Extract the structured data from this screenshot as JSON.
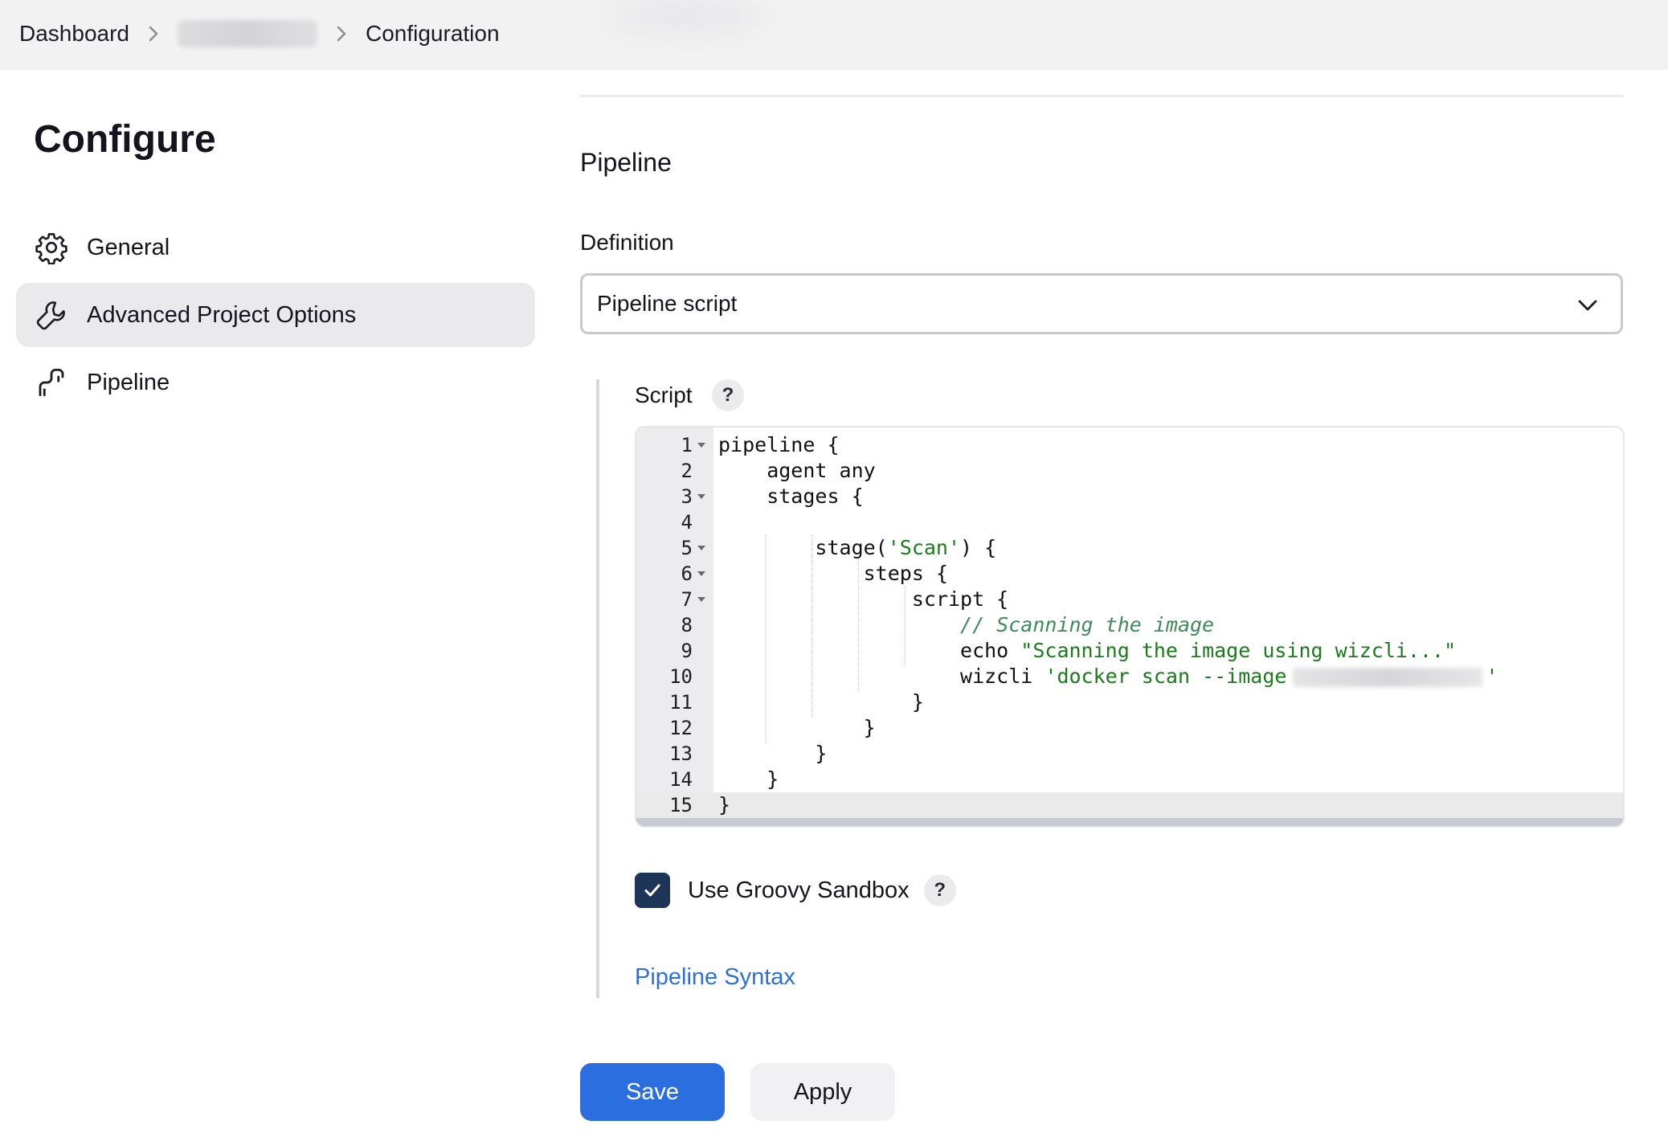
{
  "breadcrumb": {
    "items": [
      "Dashboard",
      "Configuration"
    ]
  },
  "sidebar": {
    "title": "Configure",
    "items": [
      {
        "label": "General",
        "icon": "gear-icon",
        "active": false
      },
      {
        "label": "Advanced Project Options",
        "icon": "wrench-icon",
        "active": true
      },
      {
        "label": "Pipeline",
        "icon": "pipeline-icon",
        "active": false
      }
    ]
  },
  "main": {
    "section_title": "Pipeline",
    "definition_label": "Definition",
    "definition_value": "Pipeline script",
    "script_label": "Script",
    "help_glyph": "?",
    "sandbox_label": "Use Groovy Sandbox",
    "sandbox_checked": true,
    "syntax_link": "Pipeline Syntax"
  },
  "editor": {
    "lines": [
      {
        "n": "1",
        "fold": true
      },
      {
        "n": "2",
        "fold": false
      },
      {
        "n": "3",
        "fold": true
      },
      {
        "n": "4",
        "fold": false
      },
      {
        "n": "5",
        "fold": true
      },
      {
        "n": "6",
        "fold": true
      },
      {
        "n": "7",
        "fold": true
      },
      {
        "n": "8",
        "fold": false
      },
      {
        "n": "9",
        "fold": false
      },
      {
        "n": "10",
        "fold": false
      },
      {
        "n": "11",
        "fold": false
      },
      {
        "n": "12",
        "fold": false
      },
      {
        "n": "13",
        "fold": false
      },
      {
        "n": "14",
        "fold": false
      },
      {
        "n": "15",
        "fold": false
      }
    ],
    "code": {
      "l1": "pipeline {",
      "l2": "    agent any",
      "l3": "    stages {",
      "l4": "",
      "l5a": "        stage(",
      "l5b": "'Scan'",
      "l5c": ") {",
      "l6": "            steps {",
      "l7": "                script {",
      "l8": "// Scanning the image",
      "l9a": "                    echo ",
      "l9b": "\"Scanning the image using wizcli...\"",
      "l10a": "                    wizcli ",
      "l10b": "'docker scan --image",
      "l10c": "'",
      "l11": "                }",
      "l12": "            }",
      "l13": "        }",
      "l14": "    }",
      "l15": "}"
    },
    "active_line": 15
  },
  "actions": {
    "save_label": "Save",
    "apply_label": "Apply"
  },
  "colors": {
    "accent": "#2a6ee0",
    "checkbox": "#1d3557",
    "link": "#2e6fd8",
    "string": "#1a7b1a"
  }
}
